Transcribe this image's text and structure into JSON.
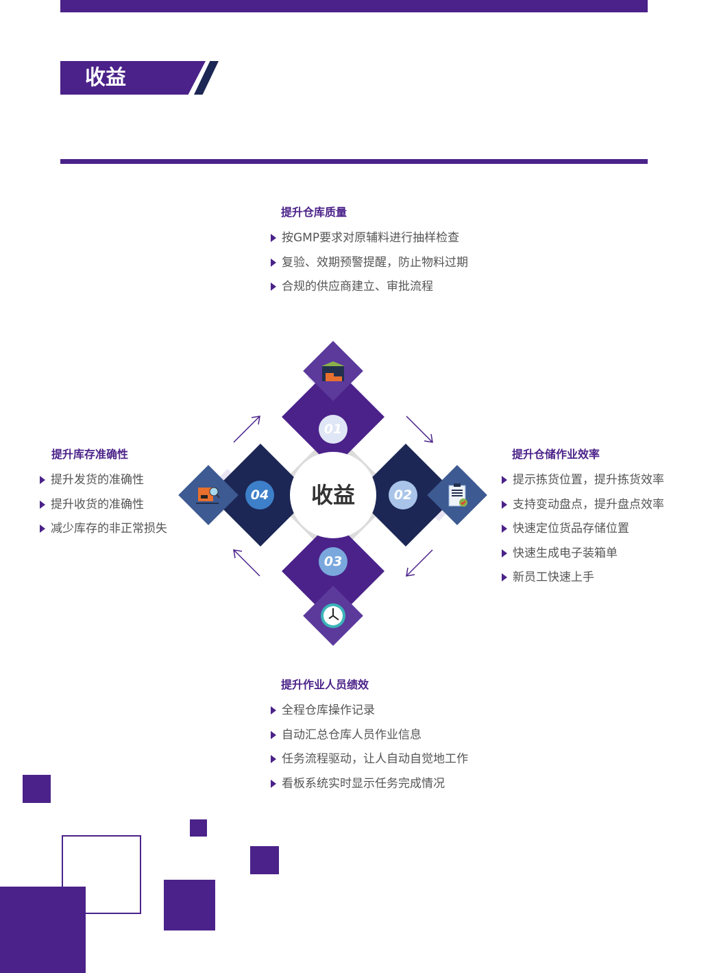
{
  "header": {
    "title": "收益"
  },
  "center": {
    "label": "收益"
  },
  "steps": [
    {
      "num": "01"
    },
    {
      "num": "02"
    },
    {
      "num": "03"
    },
    {
      "num": "04"
    }
  ],
  "sections": {
    "top": {
      "title": "提升仓库质量",
      "items": [
        "按GMP要求对原辅料进行抽样检查",
        "复验、效期预警提醒，防止物料过期",
        "合规的供应商建立、审批流程"
      ]
    },
    "right": {
      "title": "提升仓储作业效率",
      "items": [
        "提示拣货位置，提升拣货效率",
        "支持变动盘点，提升盘点效率",
        "快速定位货品存储位置",
        "快速生成电子装箱单",
        "新员工快速上手"
      ]
    },
    "bottom": {
      "title": "提升作业人员绩效",
      "items": [
        "全程仓库操作记录",
        "自动汇总仓库人员作业信息",
        "任务流程驱动，让人自动自觉地工作",
        "看板系统实时显示任务完成情况"
      ]
    },
    "left": {
      "title": "提升库存准确性",
      "items": [
        "提升发货的准确性",
        "提升收货的准确性",
        "减少库存的非正常损失"
      ]
    }
  },
  "colors": {
    "purple": "#4b2289",
    "navy": "#1c2755",
    "gray": "#dcdcdc"
  }
}
